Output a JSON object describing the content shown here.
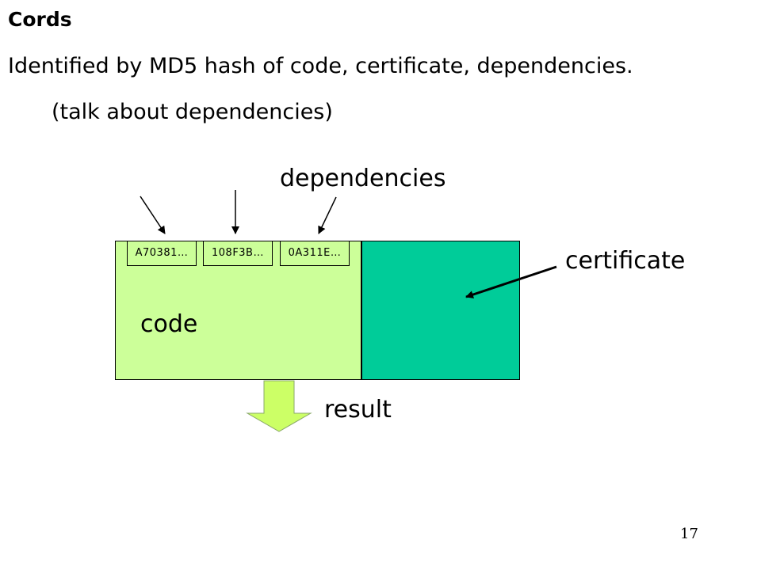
{
  "slide": {
    "title": "Cords",
    "line1": "Identified by MD5 hash of code, certificate, dependencies.",
    "line2": "(talk about dependencies)",
    "page_number": "17"
  },
  "diagram": {
    "dependencies_label": "dependencies",
    "certificate_label": "certificate",
    "code_label": "code",
    "result_label": "result",
    "hashes": [
      "A70381…",
      "108F3B…",
      "0A311E…"
    ],
    "colors": {
      "code_fill": "#ccff99",
      "certificate_fill": "#00cc99",
      "result_arrow_fill": "#ccff66"
    }
  }
}
